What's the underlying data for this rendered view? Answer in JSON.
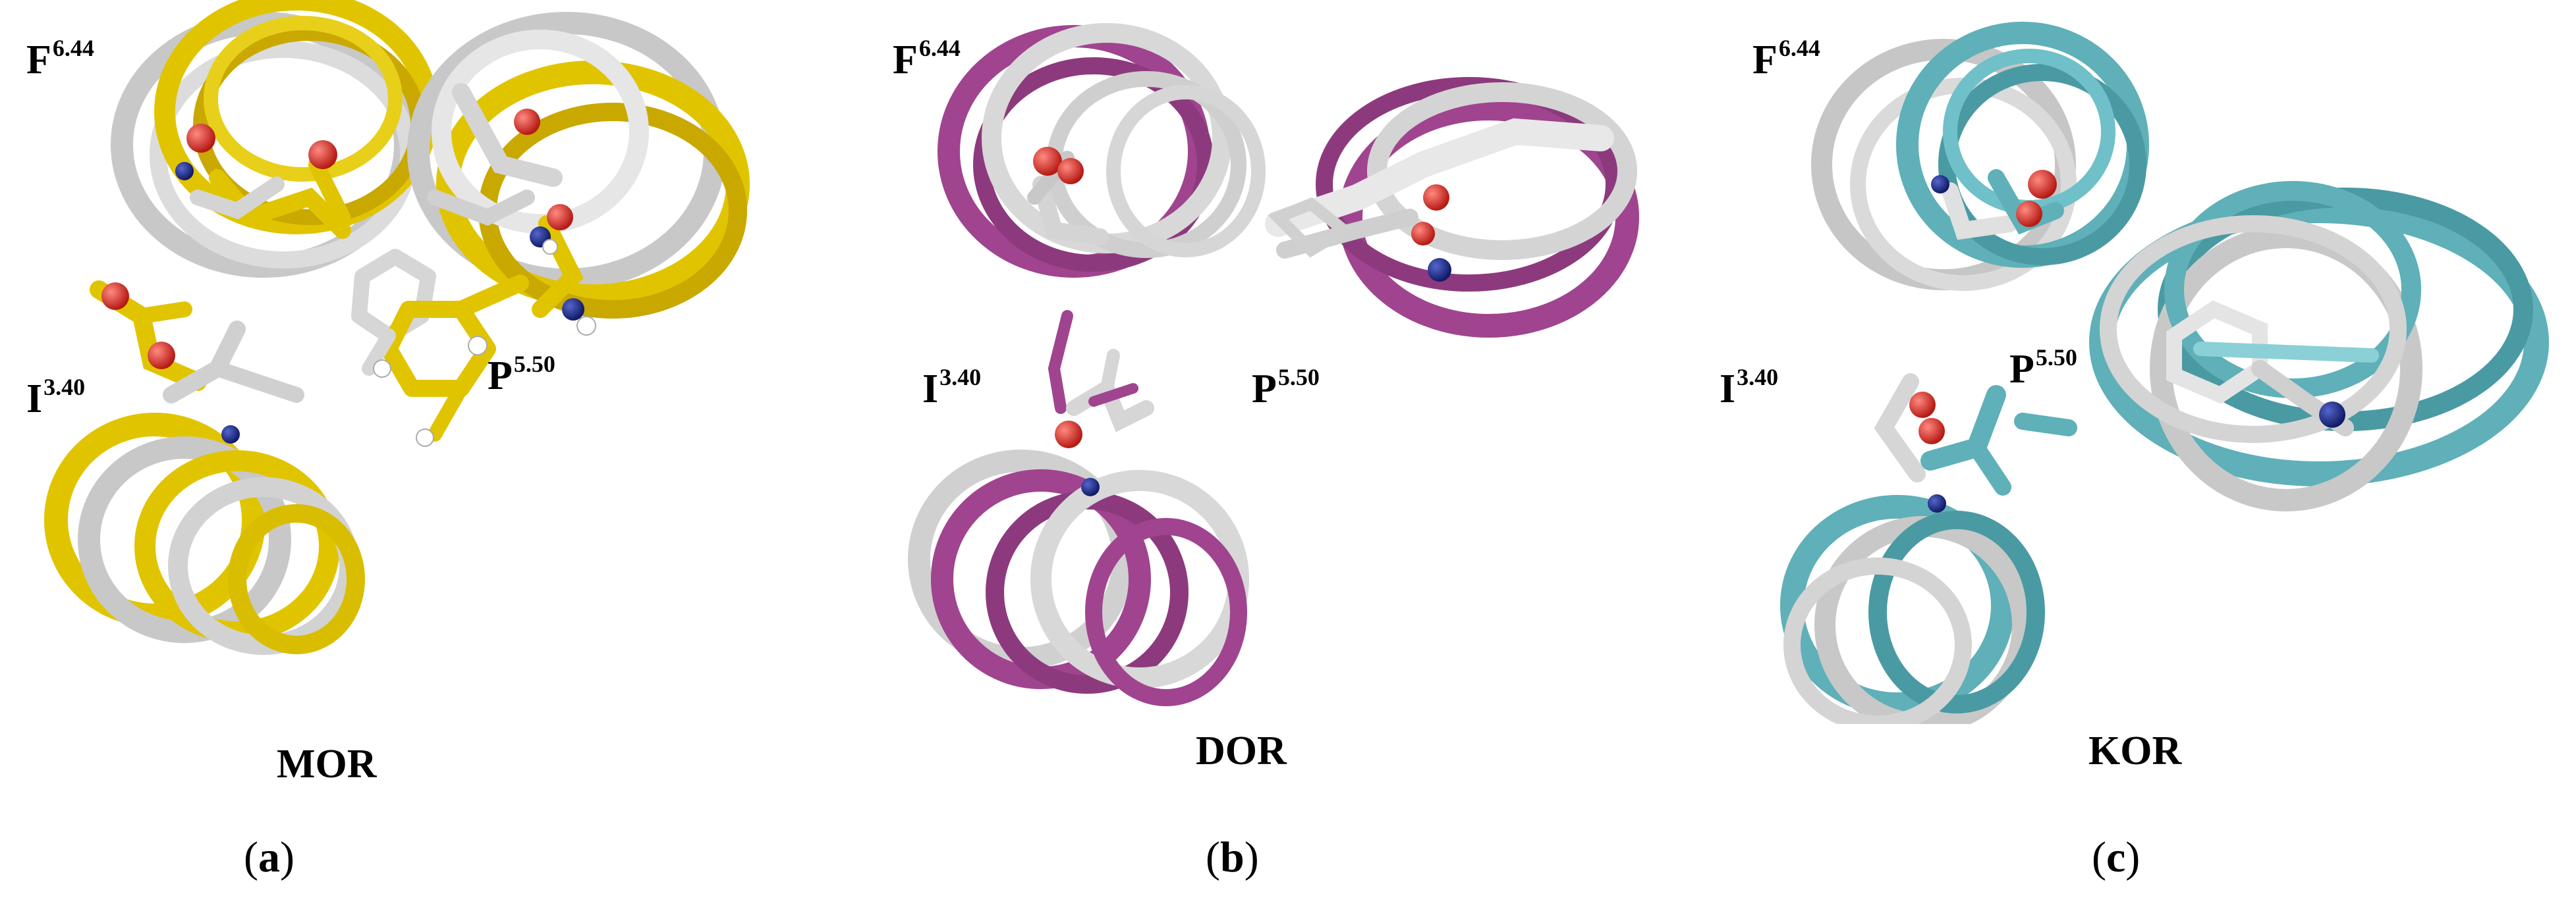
{
  "panels": [
    {
      "id": "a",
      "receptor": "MOR",
      "panel_letter": "a",
      "color": "#e1c400",
      "reference_color": "#cfcfcf",
      "residues": {
        "f": "F",
        "f_sup": "6.44",
        "i": "I",
        "i_sup": "3.40",
        "p": "P",
        "p_sup": "5.50"
      }
    },
    {
      "id": "b",
      "receptor": "DOR",
      "panel_letter": "b",
      "color": "#a0448f",
      "reference_color": "#d6d6d6",
      "residues": {
        "f": "F",
        "f_sup": "6.44",
        "i": "I",
        "i_sup": "3.40",
        "p": "P",
        "p_sup": "5.50"
      }
    },
    {
      "id": "c",
      "receptor": "KOR",
      "panel_letter": "c",
      "color": "#5fb0b8",
      "reference_color": "#cccccc",
      "residues": {
        "f": "F",
        "f_sup": "6.44",
        "i": "I",
        "i_sup": "3.40",
        "p": "P",
        "p_sup": "5.50"
      }
    }
  ],
  "atom_colors": {
    "oxygen": "#d8261f",
    "nitrogen": "#1d2a8c",
    "hydrogen": "#ffffff"
  }
}
